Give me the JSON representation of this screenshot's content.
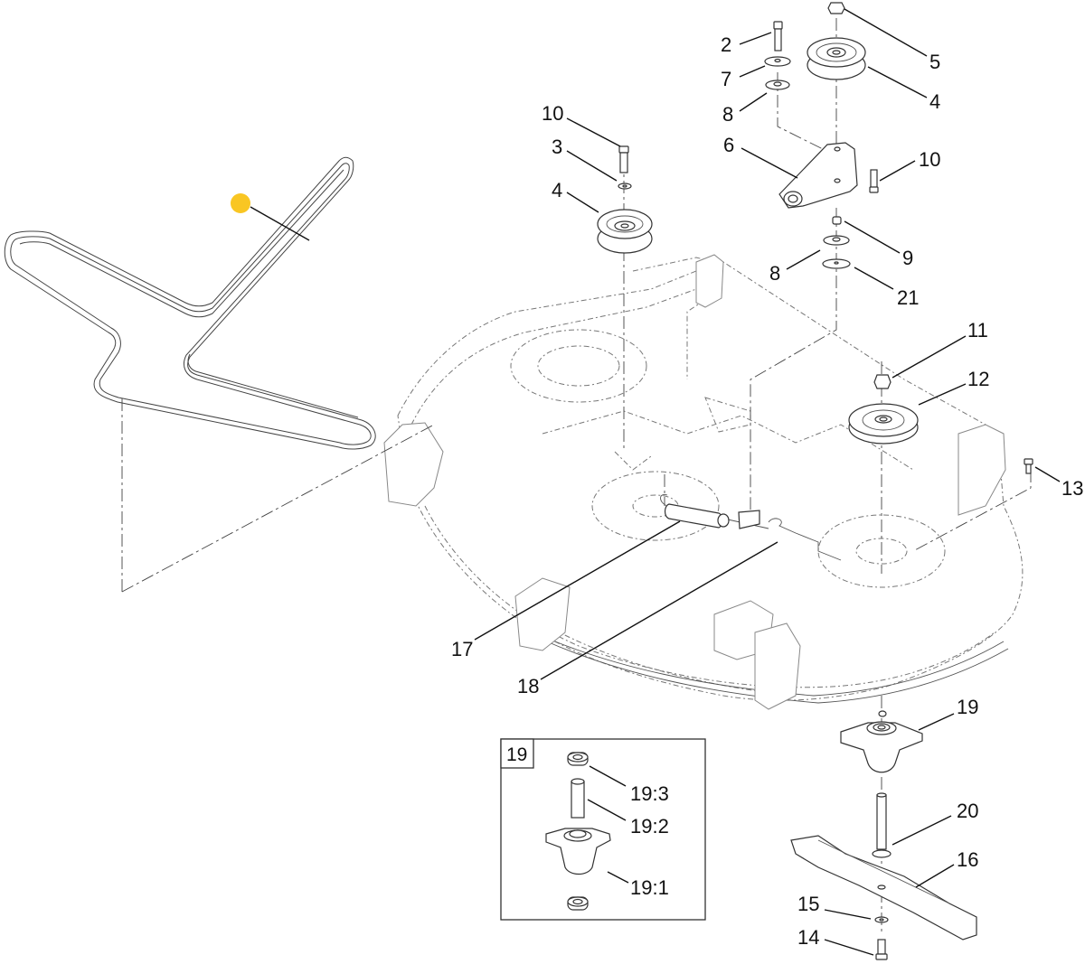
{
  "diagram": {
    "title": "Mower deck belt, idler pulleys, spindle and blade exploded view",
    "hotspot_color": "#f9c623",
    "callouts": [
      {
        "id": "c2",
        "label": "2"
      },
      {
        "id": "c7",
        "label": "7"
      },
      {
        "id": "c8a",
        "label": "8"
      },
      {
        "id": "c5",
        "label": "5"
      },
      {
        "id": "c4a",
        "label": "4"
      },
      {
        "id": "c6",
        "label": "6"
      },
      {
        "id": "c10a",
        "label": "10"
      },
      {
        "id": "c10b",
        "label": "10"
      },
      {
        "id": "c3",
        "label": "3"
      },
      {
        "id": "c4b",
        "label": "4"
      },
      {
        "id": "c9",
        "label": "9"
      },
      {
        "id": "c8b",
        "label": "8"
      },
      {
        "id": "c21",
        "label": "21"
      },
      {
        "id": "c11",
        "label": "11"
      },
      {
        "id": "c12",
        "label": "12"
      },
      {
        "id": "c13",
        "label": "13"
      },
      {
        "id": "c17",
        "label": "17"
      },
      {
        "id": "c18",
        "label": "18"
      },
      {
        "id": "c19",
        "label": "19"
      },
      {
        "id": "c20",
        "label": "20"
      },
      {
        "id": "c16",
        "label": "16"
      },
      {
        "id": "c15",
        "label": "15"
      },
      {
        "id": "c14",
        "label": "14"
      }
    ],
    "inset": {
      "title": "19",
      "callouts": [
        {
          "id": "i193",
          "label": "19:3"
        },
        {
          "id": "i192",
          "label": "19:2"
        },
        {
          "id": "i191",
          "label": "19:1"
        }
      ]
    }
  }
}
